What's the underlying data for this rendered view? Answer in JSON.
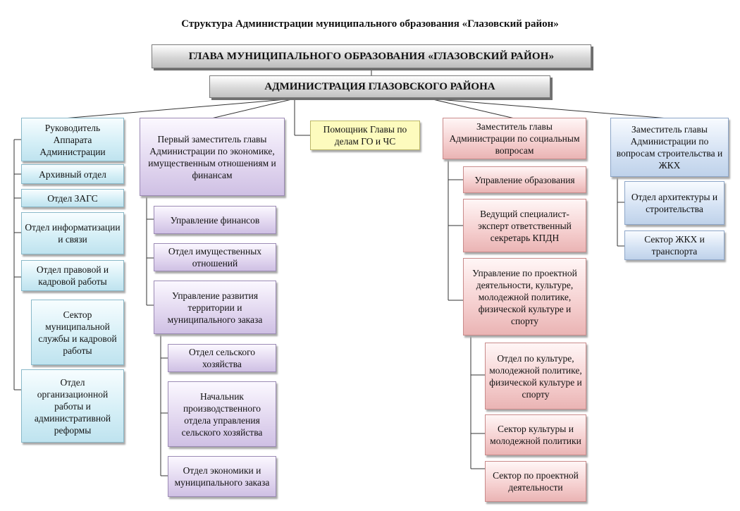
{
  "title": "Структура Администрации муниципального образования «Глазовский район»",
  "head": "ГЛАВА МУНИЦИПАЛЬНОГО ОБРАЗОВАНИЯ «ГЛАЗОВСКИЙ РАЙОН»",
  "administration": "АДМИНИСТРАЦИЯ ГЛАЗОВСКОГО РАЙОНА",
  "col1": {
    "top": "Руководитель Аппарата Администрации",
    "items": [
      "Архивный отдел",
      "Отдел ЗАГС",
      "Отдел информатизации и связи",
      "Отдел правовой и кадровой работы",
      "Сектор муниципальной службы и кадровой работы",
      "Отдел организационной работы и административной реформы"
    ]
  },
  "col2": {
    "top": "Первый заместитель главы Администрации по экономике, имущественным отношениям и финансам",
    "items": [
      "Управление финансов",
      "Отдел имущественных отношений",
      "Управление развития территории и муниципального заказа"
    ],
    "subitems": [
      "Отдел сельского хозяйства",
      "Начальник производственного отдела управления сельского хозяйства",
      "Отдел экономики и муниципального заказа"
    ]
  },
  "col3": {
    "top": "Помощник Главы по делам ГО и ЧС"
  },
  "col4": {
    "top": "Заместитель главы Администрации по социальным вопросам",
    "items": [
      "Управление образования",
      "Ведущий специалист-эксперт ответственный секретарь КПДН",
      "Управление по проектной деятельности, культуре, молодежной политике, физической культуре и спорту"
    ],
    "subitems": [
      "Отдел по культуре, молодежной политике, физической культуре и спорту",
      "Сектор культуры и молодежной политики",
      "Сектор по проектной деятельности"
    ]
  },
  "col5": {
    "top": "Заместитель главы Администрации по вопросам строительства и ЖКХ",
    "items": [
      "Отдел архитектуры и строительства",
      "Сектор ЖКХ и транспорта"
    ]
  }
}
